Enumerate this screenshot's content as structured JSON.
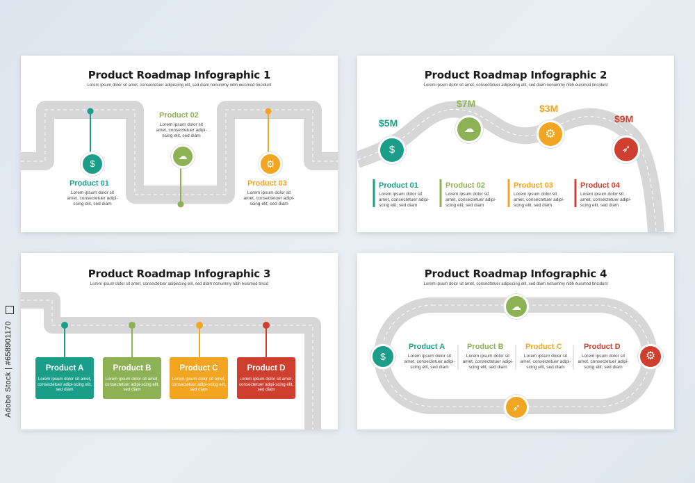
{
  "lorem_short": "Lorem ipsum dolor sit amet, consectetuer adipiscing elit, sed diam nonummy nibh euismod tincidunt",
  "lorem_item": "Lorem ipsum dolor sit amet, consectetuer adipi-scing elit, sed diam",
  "slides": [
    {
      "title": "Product Roadmap Infographic 1",
      "subtitle": "Lorem ipsum dolor sit amet, consectetuer adipiscing elit, sed diam nonummy nibh euismod tincidunt",
      "items": [
        {
          "label": "Product 01",
          "color": "#1a9e8a",
          "icon": "money-bag-icon"
        },
        {
          "label": "Product 02",
          "color": "#8db255",
          "icon": "cloud-upload-icon"
        },
        {
          "label": "Product 03",
          "color": "#f2a521",
          "icon": "gear-icon"
        }
      ]
    },
    {
      "title": "Product Roadmap Infographic 2",
      "subtitle": "Lorem ipsum dolor sit amet, consectetuer adipiscing elit, sed diam nonummy nibh euismod tincidunt",
      "items": [
        {
          "label": "Product 01",
          "value": "$5M",
          "color": "#1a9e8a",
          "icon": "money-bag-icon"
        },
        {
          "label": "Product 02",
          "value": "$7M",
          "color": "#8db255",
          "icon": "cloud-upload-icon"
        },
        {
          "label": "Product 03",
          "value": "$3M",
          "color": "#f2a521",
          "icon": "gear-icon"
        },
        {
          "label": "Product 04",
          "value": "$9M",
          "color": "#cf3f2f",
          "icon": "rocket-icon"
        }
      ]
    },
    {
      "title": "Product Roadmap Infographic 3",
      "subtitle": "Lorem ipsum dolor sit amet, consectetuer adipiscing elit, sed diam nonummy nibh euismod tincid",
      "items": [
        {
          "label": "Product A",
          "color": "#1a9e8a"
        },
        {
          "label": "Product B",
          "color": "#8db255"
        },
        {
          "label": "Product C",
          "color": "#f2a521"
        },
        {
          "label": "Product D",
          "color": "#cf3f2f"
        }
      ]
    },
    {
      "title": "Product Roadmap Infographic 4",
      "subtitle": "Lorem ipsum dolor sit amet, consectetuer adipiscing elit, sed diam nonummy nibh euismod tincidunt",
      "items": [
        {
          "label": "Product A",
          "color": "#1a9e8a",
          "icon": "money-bag-icon"
        },
        {
          "label": "Product B",
          "color": "#8db255",
          "icon": "cloud-upload-icon"
        },
        {
          "label": "Product C",
          "color": "#f2a521",
          "icon": "gear-icon"
        },
        {
          "label": "Product D",
          "color": "#cf3f2f",
          "icon": "rocket-icon"
        }
      ]
    }
  ],
  "watermark": "Adobe Stock | #658901170"
}
